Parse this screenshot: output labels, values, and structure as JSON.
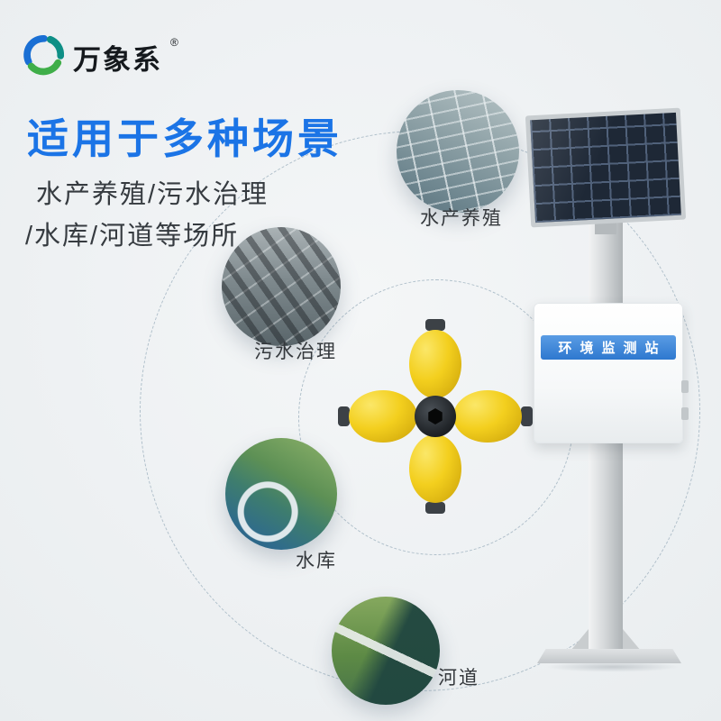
{
  "colors": {
    "background": "#eef1f3",
    "title_blue": "#1b74e6",
    "subtitle_dark": "#363b40",
    "label_dark": "#34383c",
    "dashed_circle": "#afbfca",
    "buoy_yellow": "#f3cf1e",
    "station_strip_blue": "#2e78cf",
    "logo_blue": "#1a6fd4",
    "logo_green": "#3fae49"
  },
  "brand": {
    "logo_text": "万象系",
    "registered_mark": "®"
  },
  "heading": {
    "title": "适用于多种场景",
    "subtitle_line1": "水产养殖/污水治理",
    "subtitle_line2": "/水库/河道等场所"
  },
  "scenarios": [
    {
      "id": "aquaculture",
      "label": "水产养殖",
      "image": "aerial-fish-ponds-photo"
    },
    {
      "id": "sewage",
      "label": "污水治理",
      "image": "sewage-treatment-plant-photo"
    },
    {
      "id": "reservoir",
      "label": "水库",
      "image": "reservoir-dam-photo"
    },
    {
      "id": "river",
      "label": "河道",
      "image": "river-channel-photo"
    }
  ],
  "station": {
    "label": "环境监测站"
  }
}
